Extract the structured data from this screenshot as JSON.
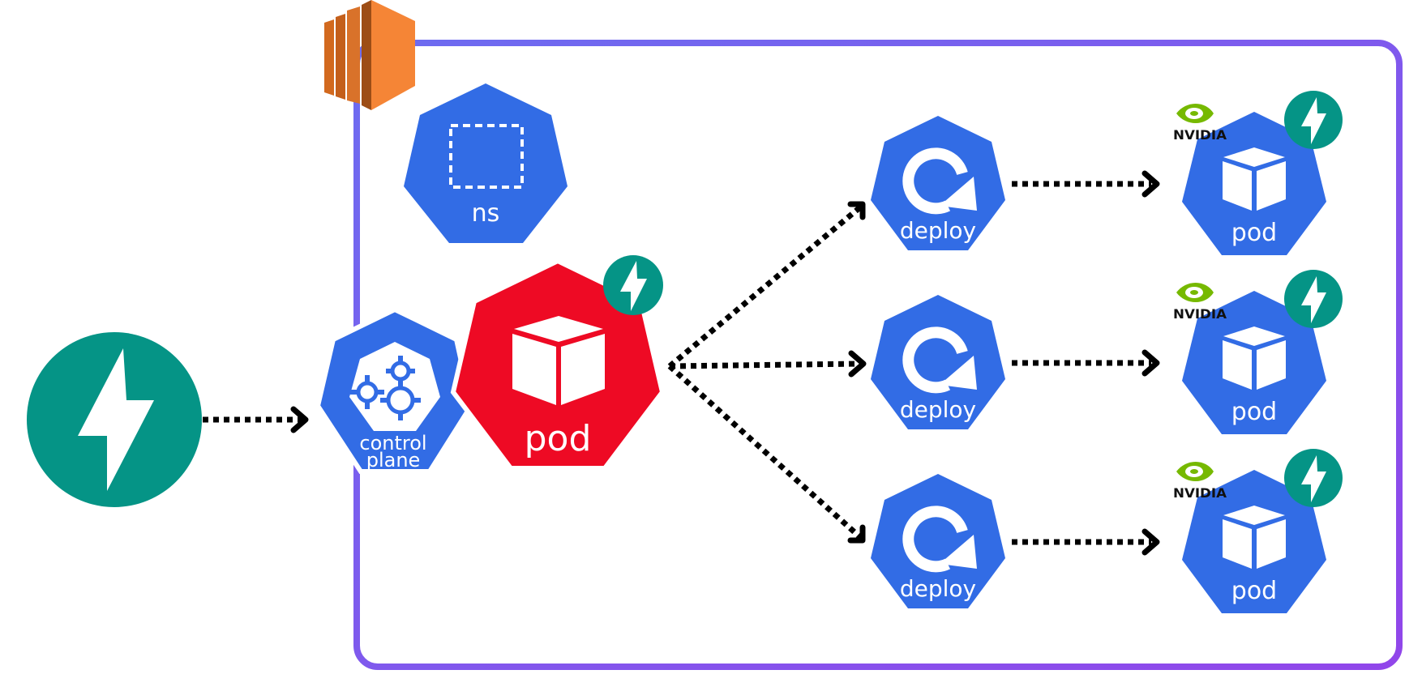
{
  "colors": {
    "k8s_blue": "#326ce5",
    "highlight_red": "#ee0a24",
    "fastapi_teal": "#059486",
    "cluster_border": "#7a60ee",
    "aws_orange": "#f58536",
    "nvidia_green": "#76b900"
  },
  "icons": {
    "aws": "aws-ec2-icon",
    "fastapi": "fastapi-lightning-icon",
    "nvidia": "nvidia-logo-icon",
    "namespace": "namespace-icon",
    "control_plane": "gears-icon",
    "pod": "cube-icon",
    "deploy": "rotate-arrow-icon"
  },
  "nodes": {
    "namespace": {
      "label": "ns"
    },
    "control_plane": {
      "line1": "control",
      "line2": "plane"
    },
    "main_pod": {
      "label": "pod"
    },
    "deploys": [
      {
        "label": "deploy"
      },
      {
        "label": "deploy"
      },
      {
        "label": "deploy"
      }
    ],
    "gpu_pods": [
      {
        "label": "pod",
        "brand": "NVIDIA"
      },
      {
        "label": "pod",
        "brand": "NVIDIA"
      },
      {
        "label": "pod",
        "brand": "NVIDIA"
      }
    ]
  }
}
